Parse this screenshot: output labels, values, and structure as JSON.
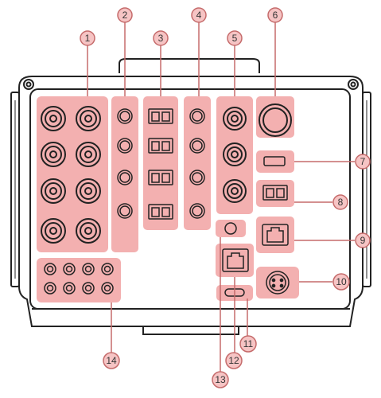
{
  "colors": {
    "zone_fill": "#f3b0b0",
    "zone_fill_light": "#f7c6c6",
    "outline": "#222222",
    "callout_fill": "#f6c4c4",
    "callout_stroke": "#c56b6b",
    "leader": "#c56b6b"
  },
  "callouts": [
    {
      "id": "c1",
      "label": "1"
    },
    {
      "id": "c2",
      "label": "2"
    },
    {
      "id": "c3",
      "label": "3"
    },
    {
      "id": "c4",
      "label": "4"
    },
    {
      "id": "c5",
      "label": "5"
    },
    {
      "id": "c6",
      "label": "6"
    },
    {
      "id": "c7",
      "label": "7"
    },
    {
      "id": "c8",
      "label": "8"
    },
    {
      "id": "c9",
      "label": "9"
    },
    {
      "id": "c10",
      "label": "10"
    },
    {
      "id": "c11",
      "label": "11"
    },
    {
      "id": "c12",
      "label": "12"
    },
    {
      "id": "c13",
      "label": "13"
    },
    {
      "id": "c14",
      "label": "14"
    }
  ],
  "icons": {
    "bnc_connector": "bnc-connector-icon",
    "round_jack": "round-jack-icon",
    "lc_fiber_port": "fiber-port-icon",
    "large_round_connector": "large-connector-icon",
    "usb_port": "usb-port-icon",
    "rj45_port": "ethernet-port-icon",
    "power_connector": "power-connector-icon",
    "small_jack": "small-jack-icon",
    "usbc_port": "usb-c-port-icon"
  }
}
